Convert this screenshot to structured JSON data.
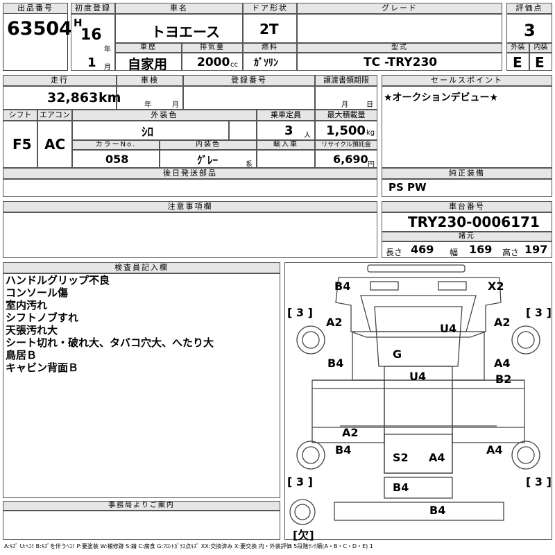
{
  "header": {
    "lot_label": "出品番号",
    "lot": "63504",
    "reg_label": "初度登録",
    "era": "H",
    "reg_year": "16",
    "year_unit": "年",
    "reg_month": "1",
    "month_unit": "月",
    "name_label": "車名",
    "name": "トヨエース",
    "door_label": "ドア形状",
    "door": "2T",
    "grade_label": "グレード",
    "grade": "",
    "score_label": "評価点",
    "score": "3",
    "history_label": "車歴",
    "history": "自家用",
    "disp_label": "排気量",
    "disp": "2000",
    "disp_unit": "cc",
    "fuel_label": "燃料",
    "fuel": "ｶﾞｿﾘﾝ",
    "model_label": "型式",
    "model": "TC -TRY230",
    "ext_label": "外装",
    "ext": "E",
    "int_label": "内装",
    "int": "E"
  },
  "row2": {
    "mileage_label": "走行",
    "mileage": "32,863",
    "mileage_unit": "km",
    "inspect_label": "車検",
    "year_unit": "年",
    "month_unit": "月",
    "regno_label": "登録番号",
    "transfer_label": "譲渡書類期限",
    "day_unit": "日",
    "shift_label": "シフト",
    "shift": "F5",
    "ac_label": "エアコン",
    "ac": "AC",
    "color_label": "外装色",
    "color": "ｼﾛ",
    "seats_label": "乗車定員",
    "seats": "3",
    "seats_unit": "人",
    "load_label": "最大積載量",
    "load": "1,500",
    "load_unit": "kg",
    "colorno_label": "カラーNo.",
    "colorno": "058",
    "intcolor_label": "内装色",
    "intcolor": "ｸﾞﾚｰ",
    "intcolor_unit": "系",
    "import_label": "輸入車",
    "recycle_label": "リサイクル預託金",
    "recycle": "6,690",
    "recycle_unit": "円",
    "later_label": "後日発送部品"
  },
  "sales": {
    "label": "セールスポイント",
    "text": "★オークションデビュー★"
  },
  "equipment": {
    "label": "純正装備",
    "text": "PS PW"
  },
  "notes": {
    "label": "注意事項欄"
  },
  "chassis": {
    "label": "車台番号",
    "number": "TRY230-0006171",
    "dims_label": "諸元",
    "len_label": "長さ",
    "len": "469",
    "wid_label": "幅",
    "wid": "169",
    "hgt_label": "高さ",
    "hgt": "197"
  },
  "inspector": {
    "label": "検査員記入欄",
    "lines": [
      "ハンドルグリップ不良",
      "コンソール傷",
      "室内汚れ",
      "シフトノブすれ",
      "天張汚れ大",
      "シート切れ・破れ大、タバコ穴大、へたり大",
      "鳥居Ｂ",
      "キャビン背面Ｂ"
    ]
  },
  "office": {
    "label": "事務局よりご案内"
  },
  "diagram": {
    "marks": [
      "B4",
      "X2",
      "A2",
      "U4",
      "A2",
      "G",
      "B4",
      "A4",
      "U4",
      "B2",
      "A2",
      "B4",
      "S2",
      "A4",
      "A4",
      "B4",
      "B4"
    ],
    "tires": [
      "[ 3 ]",
      "[ 3 ]",
      "[ 3 ]",
      "[ 3 ]",
      "[欠]"
    ]
  },
  "legend": "A:ｷｽﾞ U:ﾍｺﾐ B:ｷｽﾞを伴うﾍｺﾐ P:要塗装 W:補修跡 S:錆 C:腐食 G:ﾌﾛﾝﾄｶﾞﾗｽ点ｷｽﾞ XX:交換済み X:要交換 内・外装評価 5段階ﾗﾝｸ順(A・B・C・D・E) 1"
}
